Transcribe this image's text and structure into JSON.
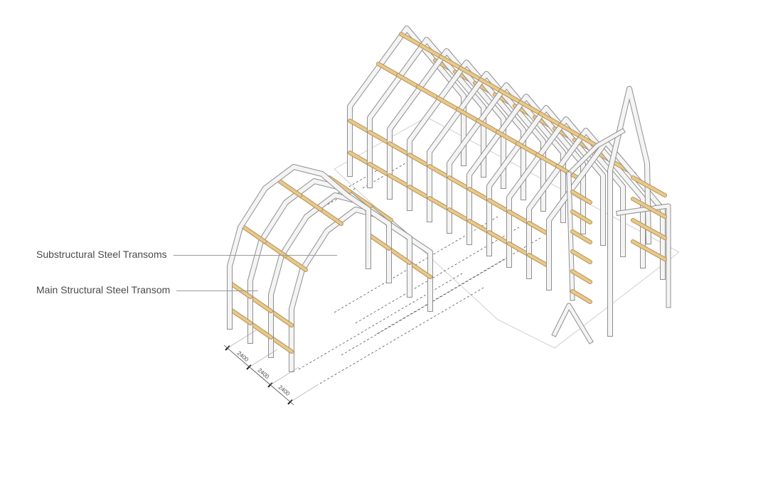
{
  "annotations": {
    "substructural": "Substructural Steel Transoms",
    "main_structural": "Main Structural Steel Transom"
  },
  "dimensions": [
    "2400",
    "2400",
    "2400"
  ],
  "colors": {
    "frame_fill": "#f4f4f4",
    "frame_stroke": "#8f8f8f",
    "transom": "#e8c98a",
    "transom_stroke": "#b4935a",
    "dashed": "#555555"
  }
}
